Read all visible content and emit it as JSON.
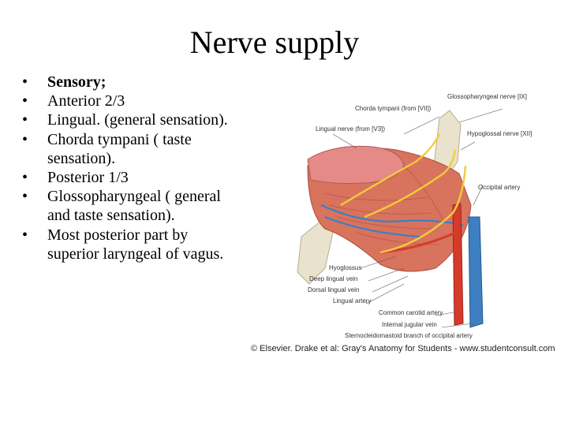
{
  "slide": {
    "title": "Nerve supply",
    "bullets": [
      {
        "text": "Sensory;",
        "bold": true
      },
      {
        "text": "Anterior 2/3",
        "bold": false
      },
      {
        "text": "Lingual. (general sensation).",
        "bold": false
      },
      {
        "text": "Chorda tympani ( taste sensation).",
        "bold": false
      },
      {
        "text": "Posterior 1/3",
        "bold": false
      },
      {
        "text": "Glossopharyngeal ( general and taste sensation).",
        "bold": false
      },
      {
        "text": "Most posterior part by superior laryngeal of vagus.",
        "bold": false
      }
    ],
    "bullet_glyph": "•"
  },
  "figure": {
    "labels": {
      "chorda_tympani": "Chorda tympani (from [VII])",
      "glossopharyngeal": "Glossopharyngeal nerve [IX]",
      "lingual_nerve": "Lingual nerve (from [V3])",
      "hypoglossal": "Hypoglossal nerve [XII]",
      "occipital_artery": "Occipital artery",
      "hyoglossus": "Hyoglossus",
      "deep_lingual_vein": "Deep lingual vein",
      "dorsal_lingual_vein": "Dorsal lingual vein",
      "lingual_artery": "Lingual artery",
      "common_carotid": "Common carotid artery",
      "internal_jugular": "Internal jugular vein",
      "sternocleidomastoid_branch": "Sternocleidomastoid branch of occipital artery"
    },
    "caption": "© Elsevier. Drake et al: Gray's Anatomy for Students - www.studentconsult.com",
    "colors": {
      "muscle": "#d8735e",
      "tongue": "#e58a86",
      "bone": "#e9e2cc",
      "artery": "#d53b2a",
      "vein": "#3d7fc1",
      "nerve": "#f2cc3c"
    }
  }
}
